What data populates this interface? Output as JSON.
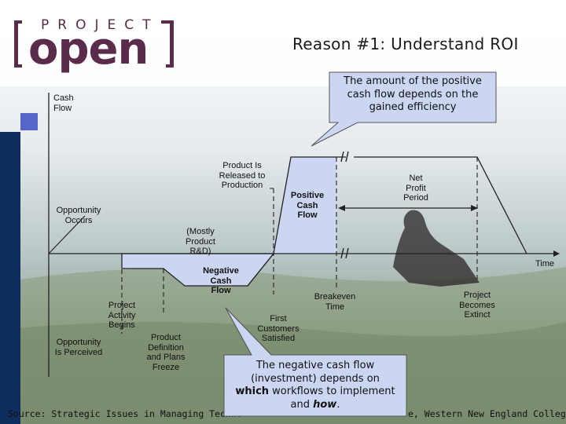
{
  "slide": {
    "title": "Reason #1: Understand ROI",
    "logo_top": "PROJECT",
    "logo_bottom": "open"
  },
  "diagram": {
    "y_axis_label": [
      "Cash",
      "Flow"
    ],
    "x_axis_label": "Time",
    "labels": {
      "opportunity_occurs": [
        "Opportunity",
        "Occurs"
      ],
      "opportunity_perceived": [
        "Opportunity",
        "Is Perceived"
      ],
      "project_activity": [
        "Project",
        "Activity",
        "Begins"
      ],
      "product_definition": [
        "Product",
        "Definition",
        "and Plans",
        "Freeze"
      ],
      "mostly_rd": [
        "(Mostly",
        "Product",
        "R&D)"
      ],
      "released": [
        "Product Is",
        "Released to",
        "Production"
      ],
      "negative_cash_flow": [
        "Negative",
        "Cash",
        "Flow"
      ],
      "positive_cash_flow": [
        "Positive",
        "Cash",
        "Flow"
      ],
      "first_customers": [
        "First",
        "Customers",
        "Satisfied"
      ],
      "breakeven": [
        "Breakeven",
        "Time"
      ],
      "net_profit": [
        "Net",
        "Profit",
        "Period"
      ],
      "project_extinct": [
        "Project",
        "Becomes",
        "Extinct"
      ]
    },
    "callouts": {
      "positive_efficiency": [
        "The amount of the positive",
        "cash flow depends on the",
        "gained efficiency"
      ],
      "negative_investment_line1": "The negative cash flow",
      "negative_investment_line2": "(investment) depends on",
      "negative_investment_which": "which",
      "negative_investment_line3_rest": " workflows to implement",
      "negative_investment_and": "and ",
      "negative_investment_how": "how",
      "negative_investment_end": "."
    }
  },
  "footer": {
    "source_left": "Source: Strategic Issues in Managing Techno",
    "source_right": "e, Western New England College"
  },
  "colors": {
    "fill_area": "#ccd6f3",
    "callout_fill": "#ccd6f3",
    "logo": "#5a2b4a",
    "navy_bar": "#0d2d5e",
    "accent_square": "#5566c8"
  }
}
